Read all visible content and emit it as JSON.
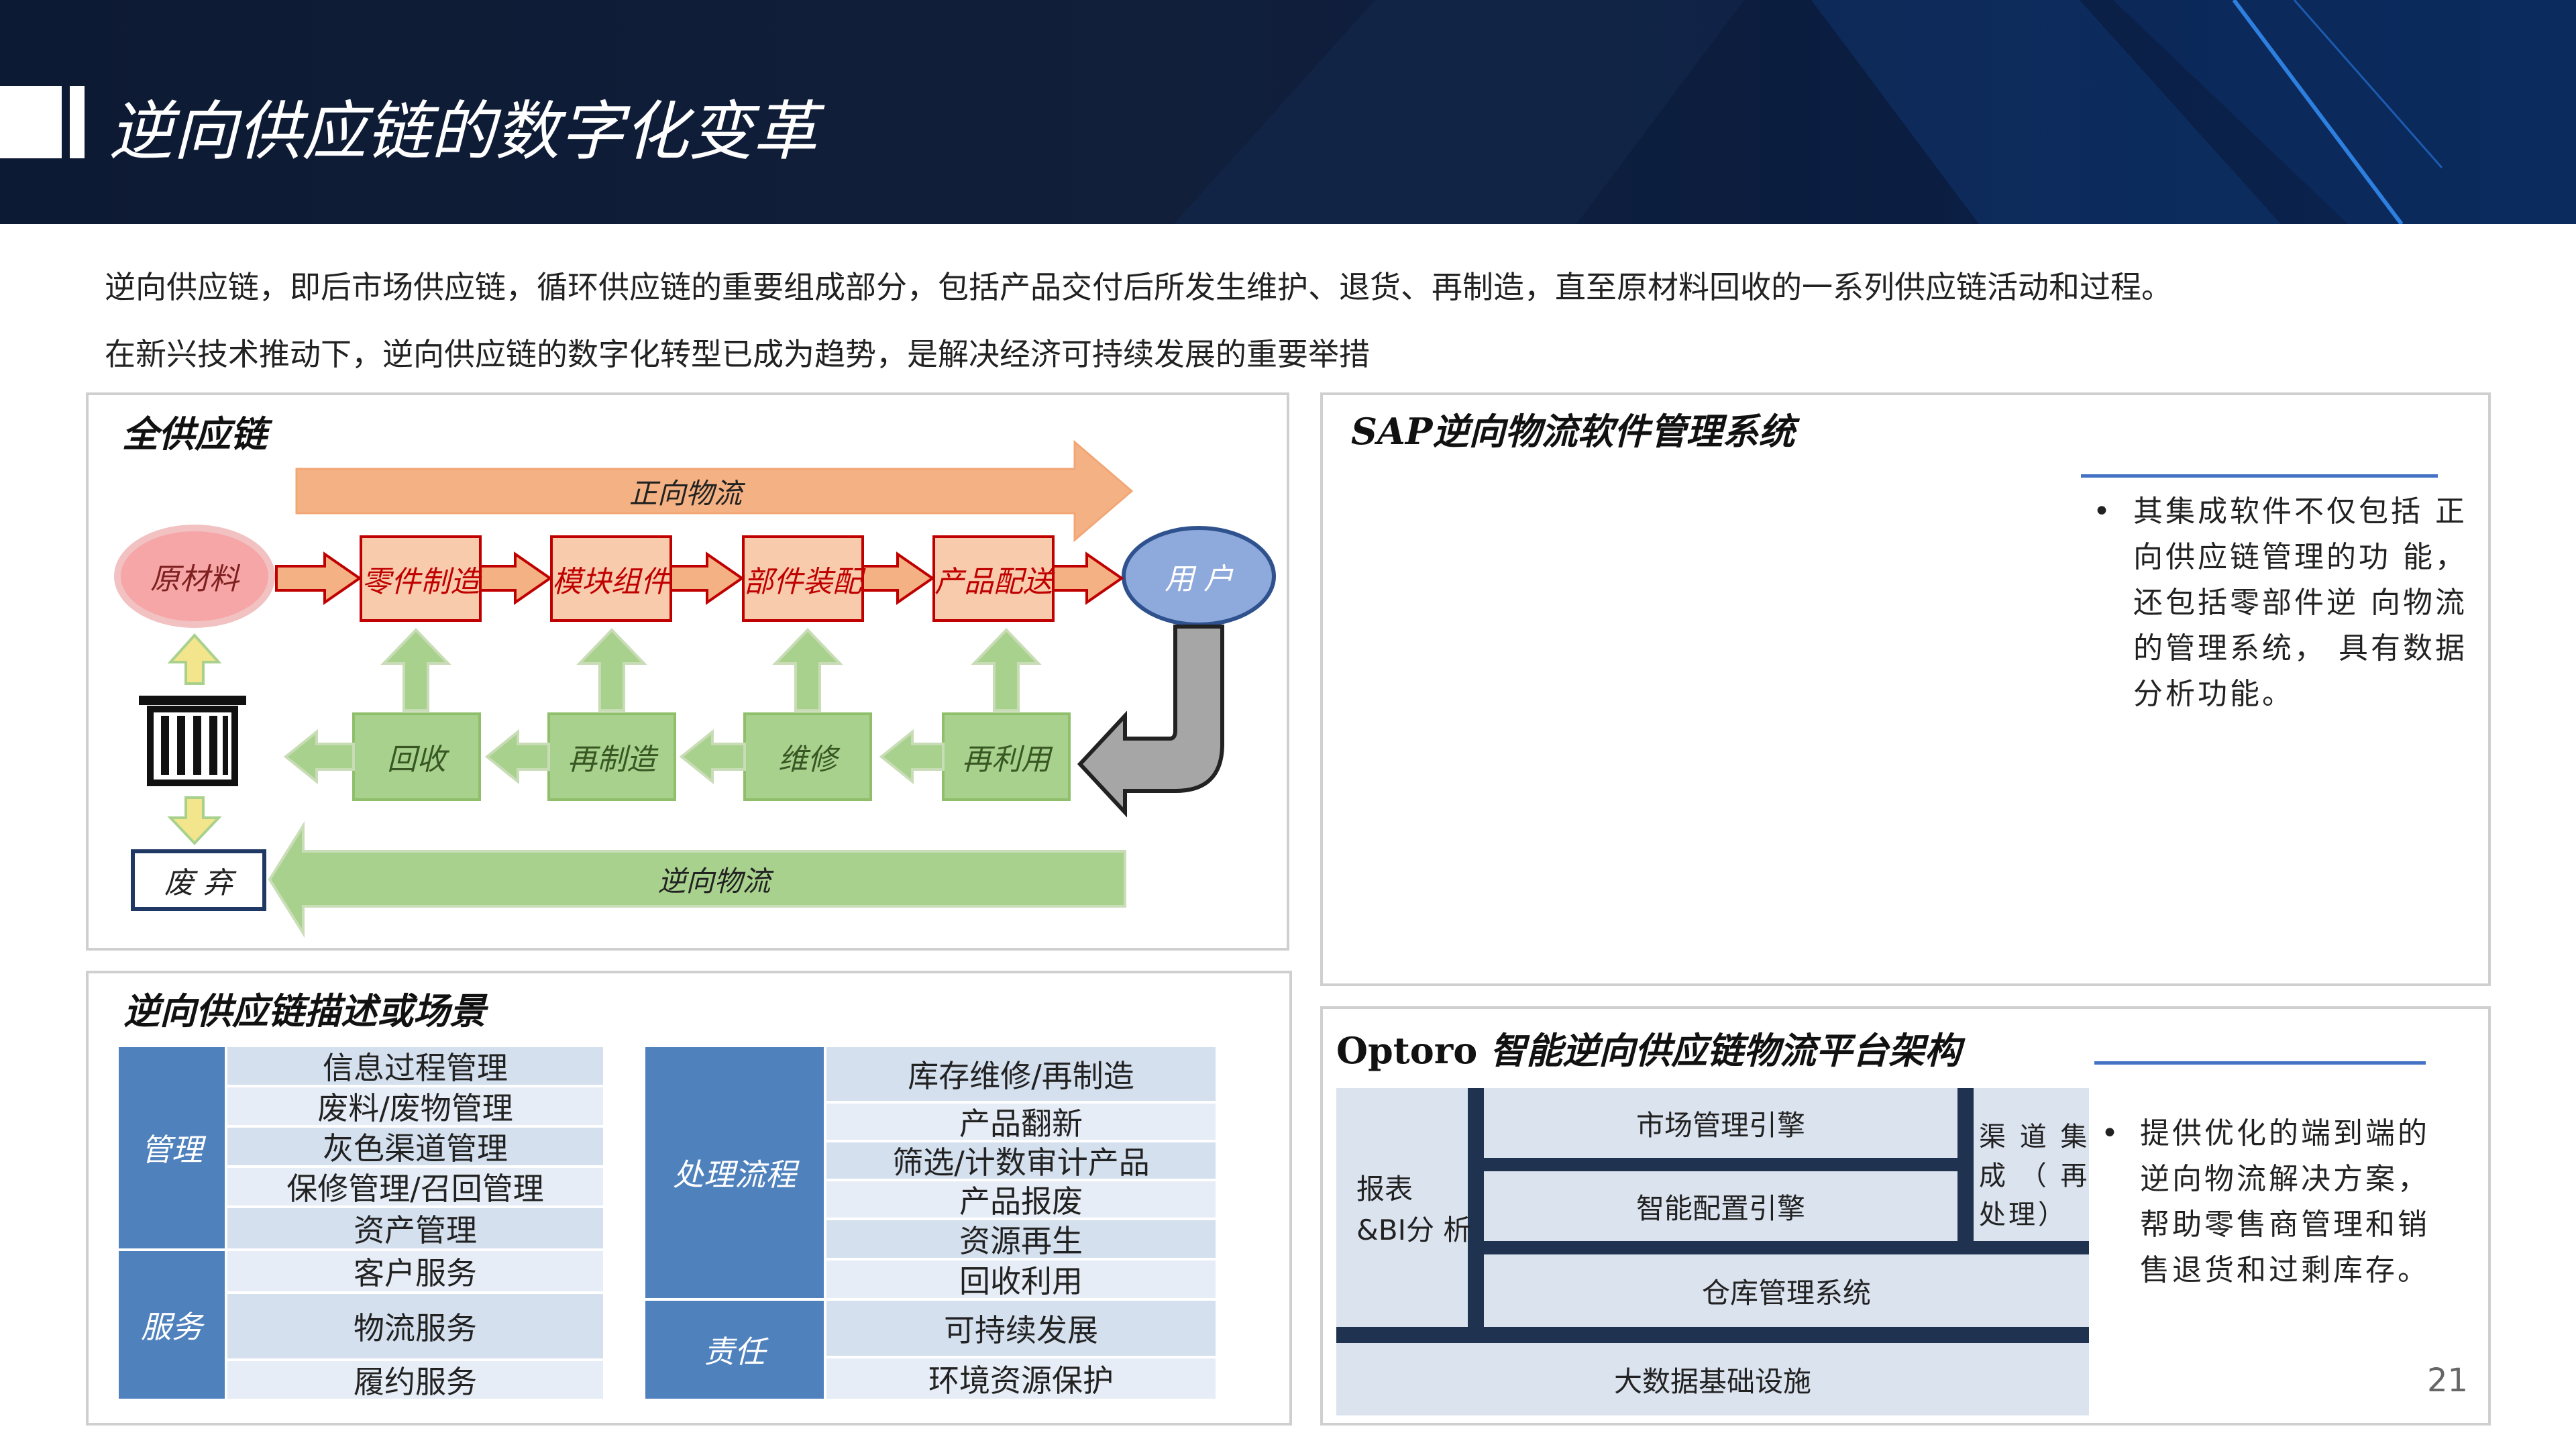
{
  "header": {
    "title": "逆向供应链的数字化变革"
  },
  "intro": {
    "line1": "逆向供应链，即后市场供应链，循环供应链的重要组成部分，包括产品交付后所发生维护、退货、再制造，直至原材料回收的一系列供应链活动和过程。",
    "line2": "在新兴技术推动下，逆向供应链的数字化转型已成为趋势，是解决经济可持续发展的重要举措"
  },
  "supply_chain": {
    "title": "全供应链",
    "forward_label": "正向物流",
    "reverse_label": "逆向物流",
    "raw": "原材料",
    "user": "用 户",
    "waste": "废 弃",
    "forward_steps": [
      "零件制造",
      "模块组件",
      "部件装配",
      "产品配送"
    ],
    "reverse_steps": [
      "回收",
      "再制造",
      "维修",
      "再利用"
    ]
  },
  "sap": {
    "title": "SAP逆向物流软件管理系统",
    "bullet_lines": [
      "其集成软件不仅包括 正",
      "向供应链管理的功 能，",
      "还包括零部件逆 向物流",
      "的管理系统， 具有数据",
      "分析功能。"
    ]
  },
  "scenes": {
    "title": "逆向供应链描述或场景",
    "left": {
      "groups": [
        {
          "name": "管理",
          "items": [
            "信息过程管理",
            "废料/废物管理",
            "灰色渠道管理",
            "保修管理/召回管理",
            "资产管理"
          ]
        },
        {
          "name": "服务",
          "items": [
            "客户服务",
            "物流服务",
            "履约服务"
          ]
        }
      ]
    },
    "right": {
      "groups": [
        {
          "name": "处理流程",
          "items": [
            "库存维修/再制造",
            "产品翻新",
            "筛选/计数审计产品",
            "产品报废",
            "资源再生",
            "回收利用"
          ]
        },
        {
          "name": "责任",
          "items": [
            "可持续发展",
            "环境资源保护"
          ]
        }
      ]
    }
  },
  "optoro": {
    "title_brand": "Optoro",
    "title_rest": " 智能逆向供应链物流平台架构",
    "report": [
      "报表",
      "&BI分 析"
    ],
    "market": "市场管理引擎",
    "smart": "智能配置引擎",
    "warehouse": "仓库管理系统",
    "bigdata": "大数据基础设施",
    "channel": [
      "渠 道 集",
      "成 （ 再",
      "处理）"
    ],
    "bullet_lines": [
      "提供优化的端到端的",
      "逆向物流解决方案，",
      "帮助零售商管理和销",
      "售退货和过剩库存。"
    ]
  },
  "page_number": "21",
  "colors": {
    "header_bg": "#0d1a33",
    "accent_blue": "#4f81bd",
    "forward_orange": "#f4b183",
    "reverse_green": "#a9d18e"
  }
}
